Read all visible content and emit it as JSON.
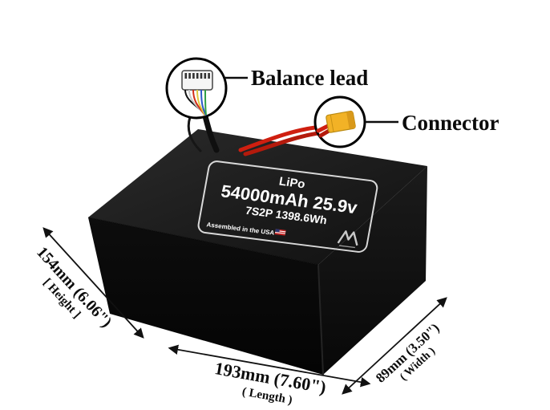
{
  "callouts": {
    "balance_lead": "Balance lead",
    "connector": "Connector"
  },
  "battery_label": {
    "chemistry": "LiPo",
    "capacity": "54000mAh 25.9v",
    "config": "7S2P 1398.6Wh",
    "assembled": "Assembled in the USA"
  },
  "dimensions": {
    "height_value": "154mm (6.06\")",
    "height_label": "[ Height ]",
    "length_value": "193mm (7.60\")",
    "length_label": "( Length )",
    "width_value": "89mm (3.50\")",
    "width_label": "( Width )"
  },
  "icons": {
    "balance_plug": "balance-plug-icon",
    "power_connector": "xt90-connector-icon",
    "usa_flag": "usa-flag-icon",
    "brand_logo": "brand-logo"
  },
  "colors": {
    "wire_red": "#cf1f10",
    "connector_yellow": "#f2b226",
    "battery_black": "#141414",
    "text_black": "#0d0d0d"
  }
}
